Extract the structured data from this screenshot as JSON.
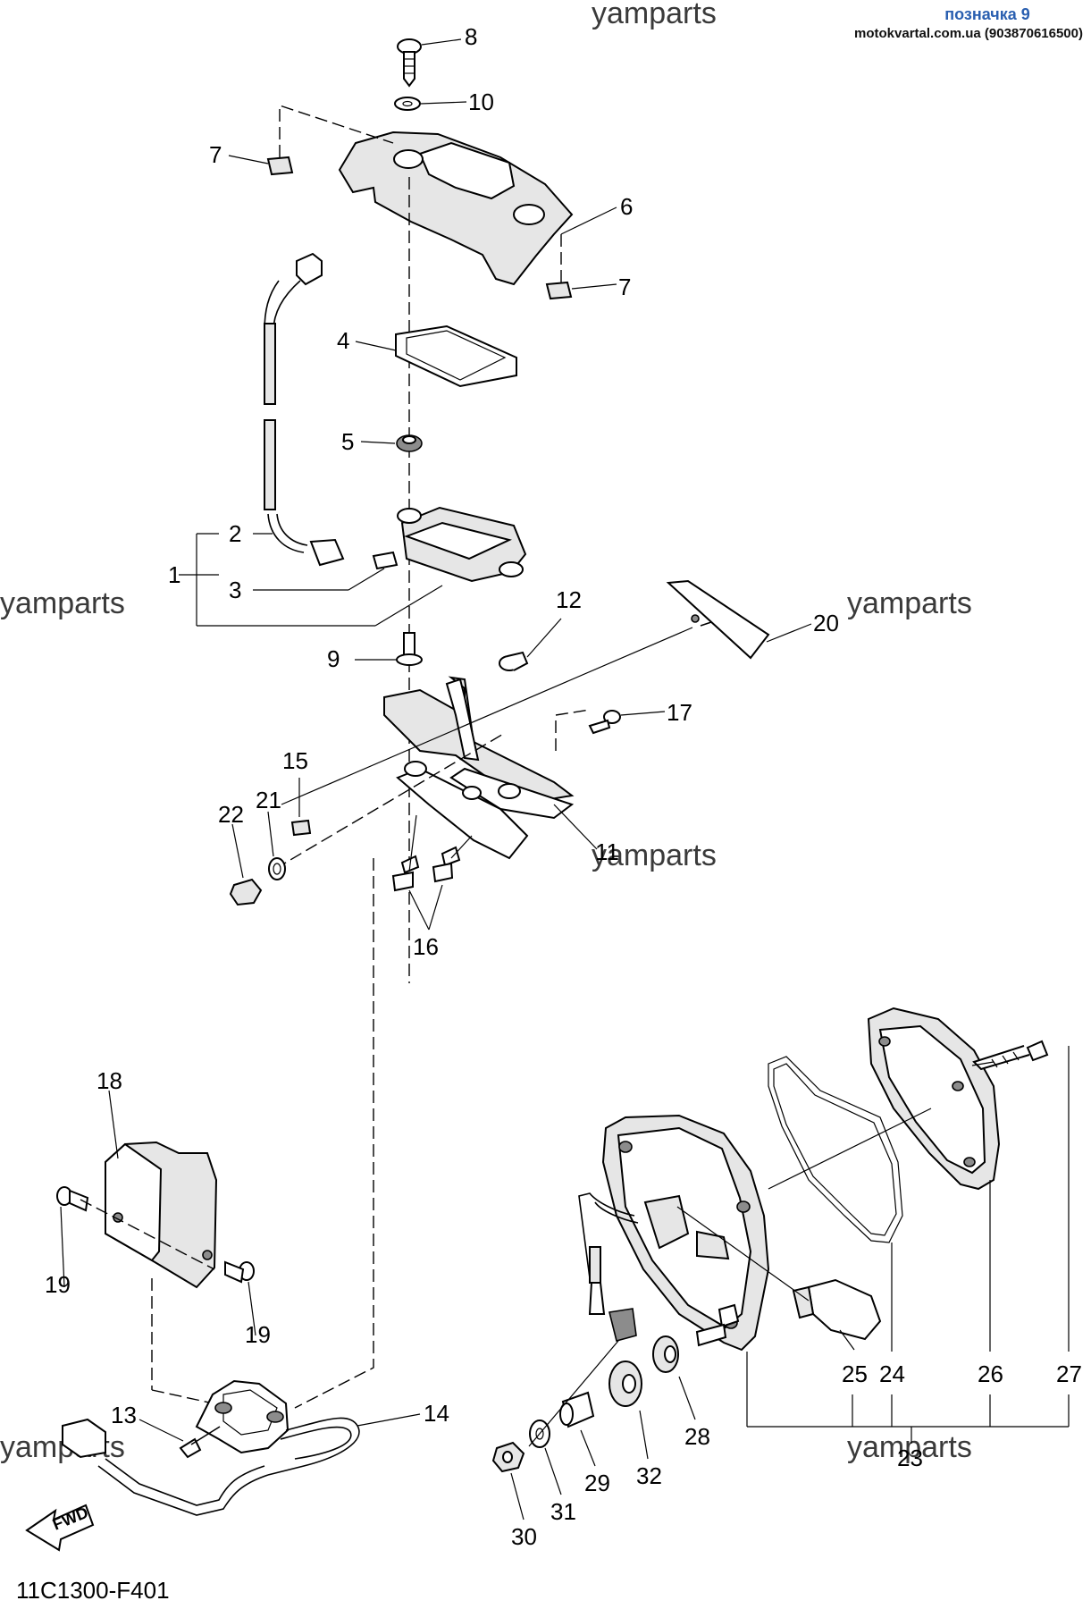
{
  "header": {
    "title": "позначка 9",
    "site": "motokvartal.com.ua (903870616500)"
  },
  "watermark": "yamparts",
  "diagram_code": "11C1300-F401",
  "fwd_label": "FWD",
  "callouts": [
    "1",
    "2",
    "3",
    "4",
    "5",
    "6",
    "7",
    "7",
    "8",
    "9",
    "10",
    "11",
    "12",
    "13",
    "14",
    "15",
    "16",
    "17",
    "18",
    "19",
    "19",
    "20",
    "21",
    "22",
    "23",
    "24",
    "25",
    "26",
    "27",
    "28",
    "29",
    "30",
    "31",
    "32"
  ]
}
